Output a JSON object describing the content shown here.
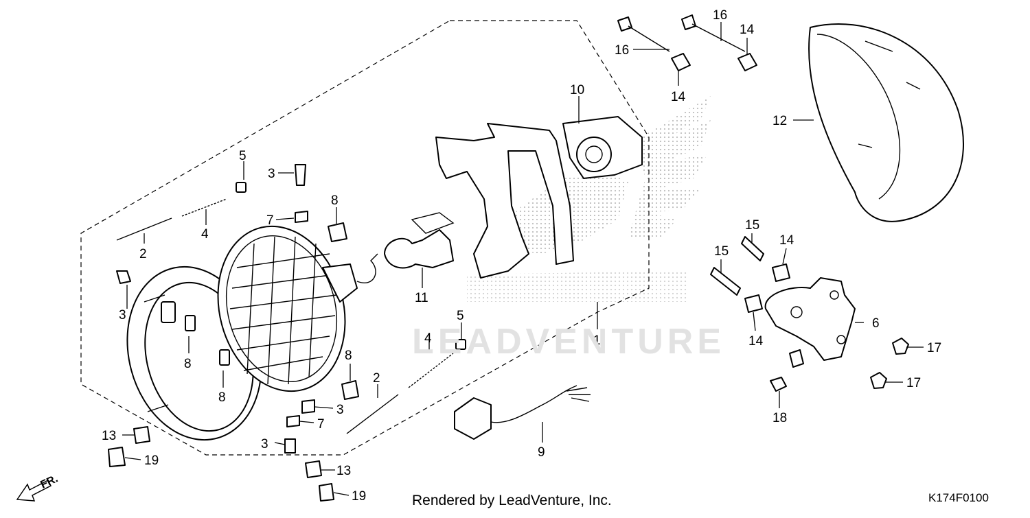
{
  "diagram": {
    "watermark_text": "LEADVENTURE",
    "orientation_label": "FR.",
    "credit": "Rendered by LeadVenture, Inc.",
    "diagram_code": "K174F0100",
    "callouts": {
      "c1": "1",
      "c2a": "2",
      "c2b": "2",
      "c3a": "3",
      "c3b": "3",
      "c3c": "3",
      "c3d": "3",
      "c4a": "4",
      "c4b": "4",
      "c5a": "5",
      "c5b": "5",
      "c6": "6",
      "c7a": "7",
      "c7b": "7",
      "c8a": "8",
      "c8b": "8",
      "c8c": "8",
      "c8d": "8",
      "c9": "9",
      "c10": "10",
      "c11": "11",
      "c12": "12",
      "c13a": "13",
      "c13b": "13",
      "c14a": "14",
      "c14b": "14",
      "c14c": "14",
      "c14d": "14",
      "c15a": "15",
      "c15b": "15",
      "c16a": "16",
      "c16b": "16",
      "c17a": "17",
      "c17b": "17",
      "c18": "18",
      "c19a": "19",
      "c19b": "19"
    }
  }
}
